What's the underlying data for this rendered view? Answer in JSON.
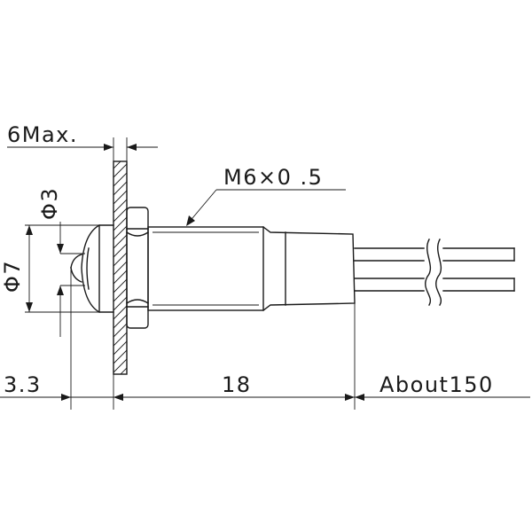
{
  "labels": {
    "panel_thickness": "6Max.",
    "thread": "M6×0 .5",
    "inner_diameter": "Φ3",
    "outer_diameter": "Φ7",
    "front_length": "3.3",
    "body_length": "18",
    "lead_length": "About150"
  },
  "colors": {
    "line": "#1a1a1a",
    "background": "#ffffff"
  }
}
